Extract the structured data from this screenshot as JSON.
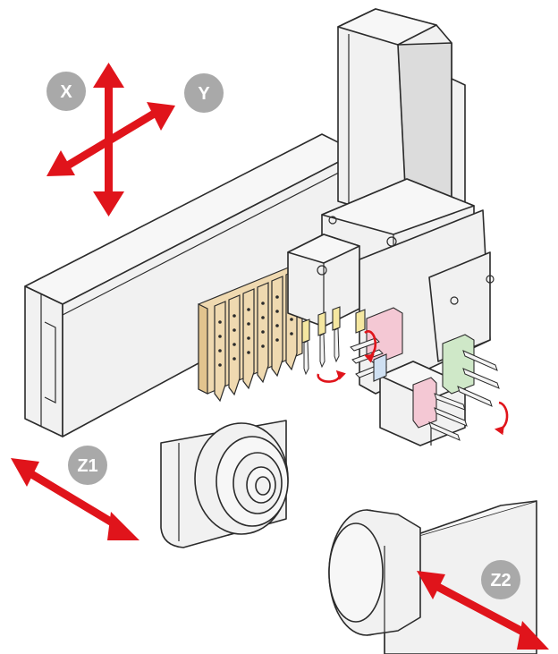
{
  "axes": {
    "x_label": "X",
    "y_label": "Y",
    "z1_label": "Z1",
    "z2_label": "Z2"
  },
  "colors": {
    "arrow": "#e0141b",
    "badge": "#a9a9a9",
    "badge_text": "#ffffff",
    "line": "#2b2b2b",
    "body": "#f1f1f1",
    "gang_tools": "#efd9b0",
    "tool_pink": "#f4c8d4",
    "tool_green": "#cfe8c8",
    "tool_blue": "#cfe0f2",
    "tool_yellow": "#f5e7a0"
  },
  "icons": {
    "rotation": "circular-rotation-arrow-icon",
    "direction": "double-headed-arrow-icon"
  }
}
